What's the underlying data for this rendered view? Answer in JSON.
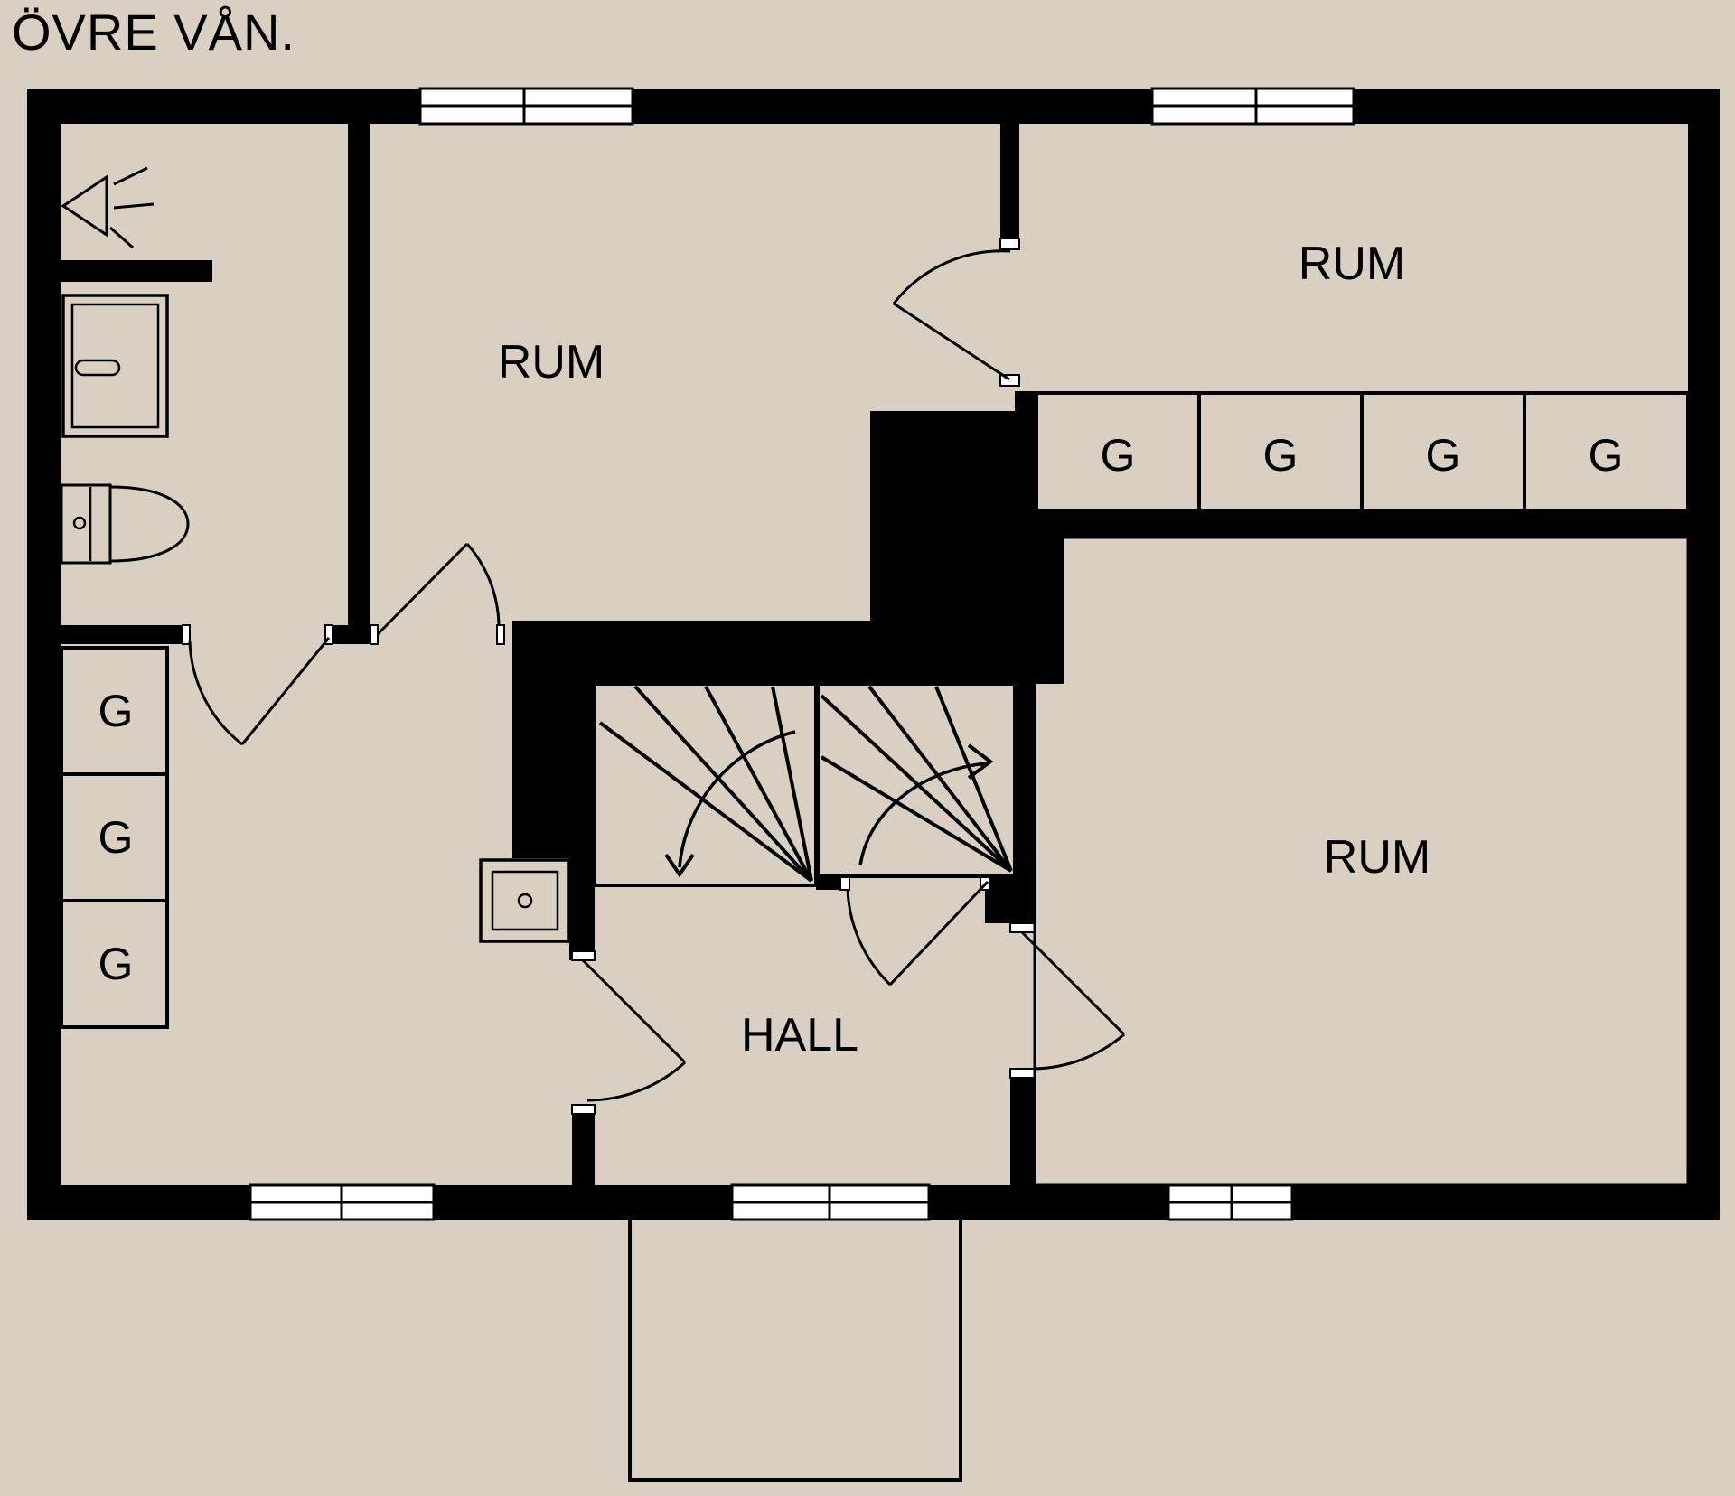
{
  "title": "ÖVRE VÅN.",
  "plan": {
    "rooms": [
      {
        "id": "room-top-left",
        "label": "RUM"
      },
      {
        "id": "room-top-right",
        "label": "RUM"
      },
      {
        "id": "room-bottom-right",
        "label": "RUM"
      },
      {
        "id": "hall",
        "label": "HALL"
      }
    ],
    "closet_label": "G",
    "closets": {
      "top_row_count": 4,
      "left_column_count": 3
    },
    "stairs": {
      "left_flight_direction": "down",
      "right_flight_direction": "up-right"
    },
    "colors": {
      "background": "#d9d0c3",
      "wall": "#000000",
      "window": "#ffffff",
      "line": "#000000",
      "text": "#000000"
    }
  }
}
